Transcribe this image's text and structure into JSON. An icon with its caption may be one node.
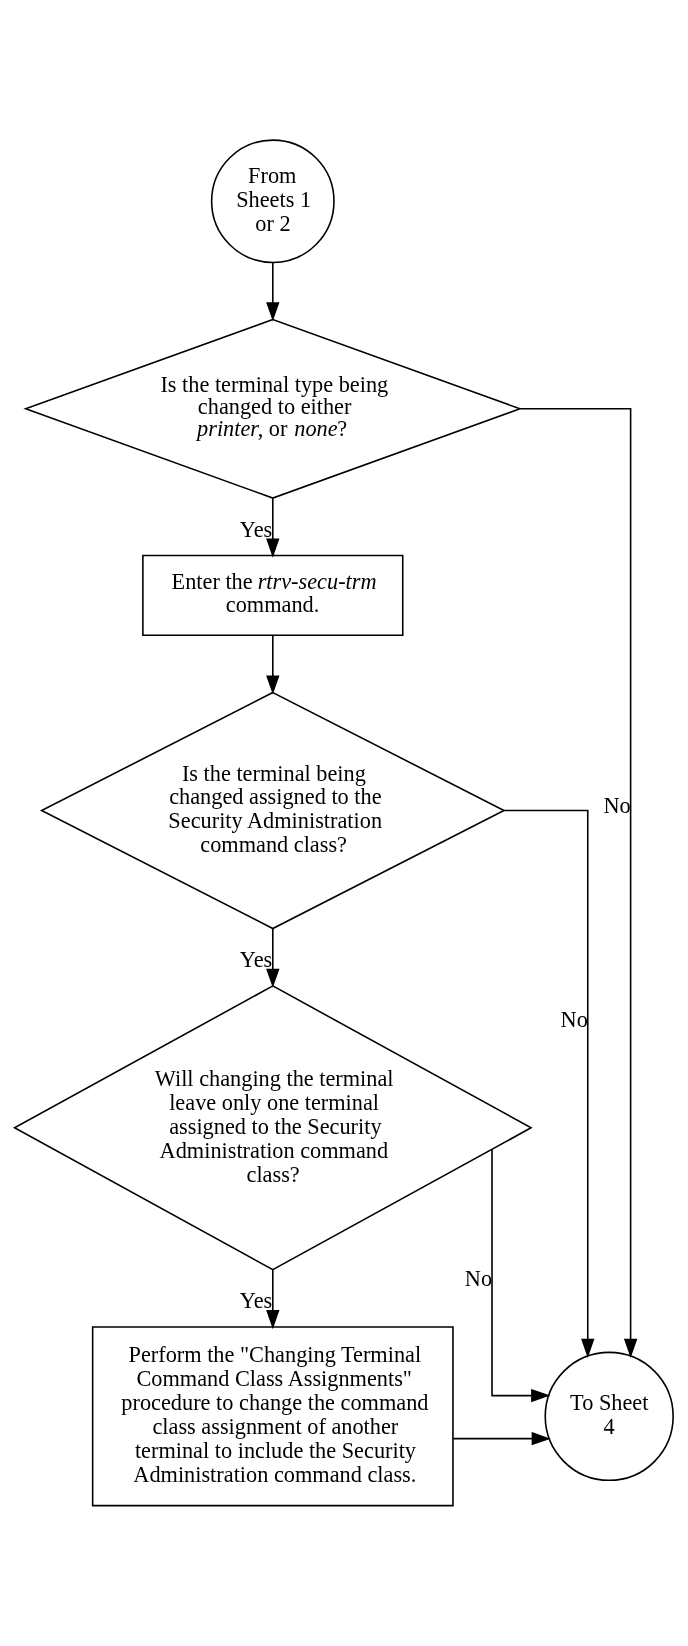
{
  "diagram": {
    "nodes": [
      {
        "text": [
          "From Sheets 1 or 2"
        ]
      },
      {
        "text": [
          "Is the terminal type being changed to either *printer*, or *none*?"
        ]
      },
      {
        "text": [
          "Enter the *rtrv-secu-trm* command."
        ]
      },
      {
        "text": [
          "Is the terminal being changed assigned to the Security Administration command class?"
        ]
      },
      {
        "text": [
          "Will changing the terminal leave only one terminal assigned to the Security Administration command class?"
        ]
      },
      {
        "text": [
          "Perform the \"Changing Terminal Command Class Assignments\" procedure to change the command class assignment of another terminal to include the Security Administration command class."
        ]
      },
      {
        "text": [
          "To Sheet 4"
        ]
      }
    ],
    "edges": [
      {
        "from": 0,
        "to": 1,
        "arrow": "to"
      },
      {
        "from": 1,
        "to": 2,
        "arrow": "to",
        "label": "Yes"
      },
      {
        "from": 1,
        "to": 6,
        "arrow": "to",
        "label": "No"
      },
      {
        "from": 2,
        "to": 3,
        "arrow": "to"
      },
      {
        "from": 3,
        "to": 4,
        "arrow": "to",
        "label": "Yes"
      },
      {
        "from": 3,
        "to": 6,
        "arrow": "to",
        "label": "No"
      },
      {
        "from": 4,
        "to": 5,
        "arrow": "to",
        "label": "Yes"
      },
      {
        "from": 4,
        "to": 6,
        "arrow": "to",
        "label": "No"
      },
      {
        "from": 5,
        "to": 6,
        "arrow": "to"
      }
    ]
  }
}
